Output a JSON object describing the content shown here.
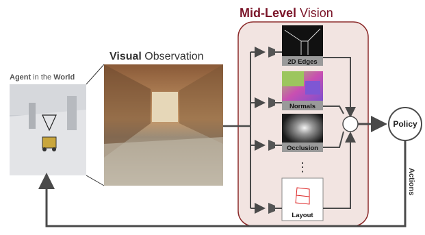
{
  "agent_label": {
    "bold1": "Agent",
    "mid": " in the ",
    "bold2": "World"
  },
  "visual_label": {
    "bold": "Visual",
    "rest": " Observation"
  },
  "midlevel_title": {
    "bold": "Mid-Level",
    "rest": " Vision"
  },
  "features": [
    {
      "label": "2D Edges"
    },
    {
      "label": "Normals"
    },
    {
      "label": "Occlusion"
    },
    {
      "label": "Layout"
    }
  ],
  "ellipsis": "⋮",
  "policy_label": "Policy",
  "actions_label": "Actions",
  "colors": {
    "midlevel_title": "#7a1428",
    "panel_fill": "#f2e4e1",
    "panel_border": "#8c2b2b",
    "arrow": "#4a4a4a",
    "label_fill": "#9a9a9a"
  }
}
